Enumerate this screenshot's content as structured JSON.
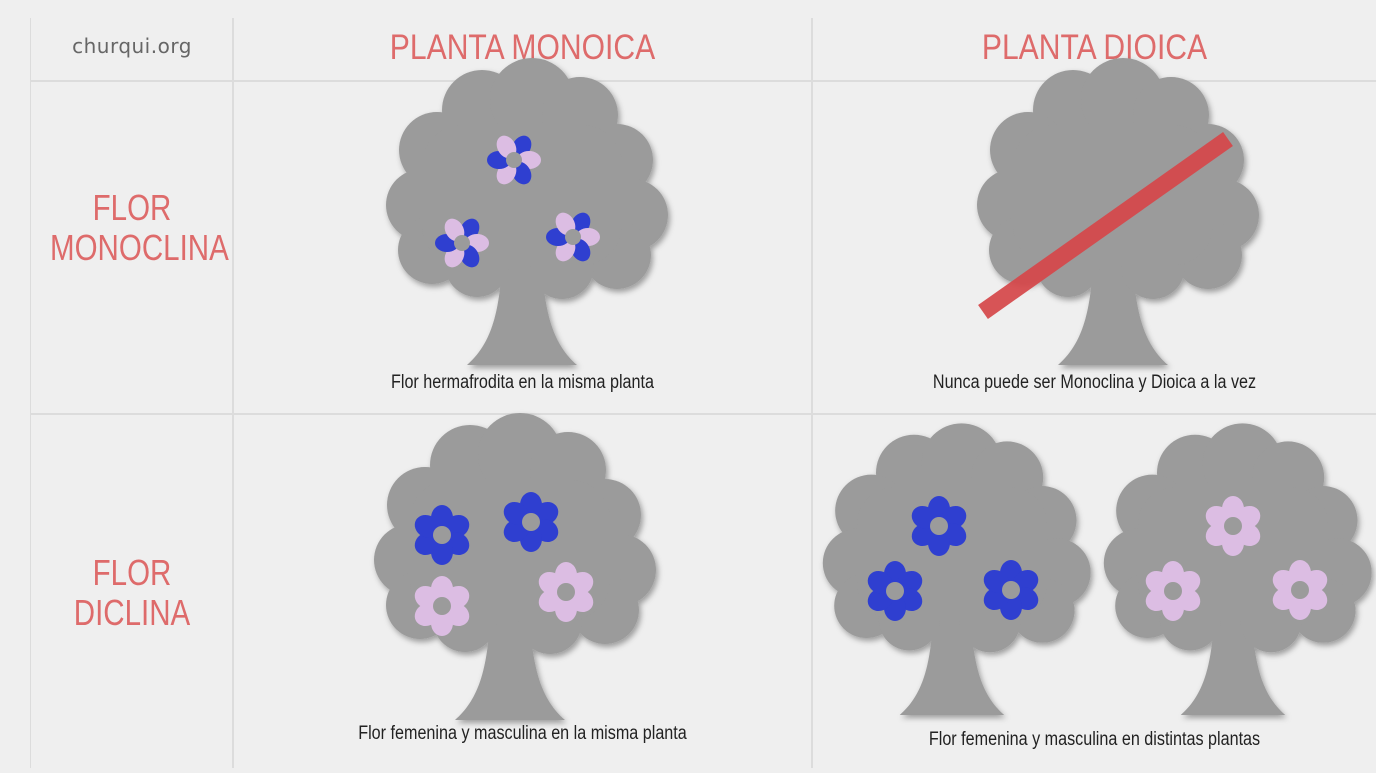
{
  "source": "churqui.org",
  "columns": {
    "monoica": "PLANTA MONOICA",
    "dioica": "PLANTA DIOICA"
  },
  "rows": {
    "monoclina": [
      "FLOR",
      "MONOCLINA"
    ],
    "diclina": [
      "FLOR",
      "DICLINA"
    ]
  },
  "captions": {
    "monoclina_monoica": "Flor hermafrodita en la misma planta",
    "monoclina_dioica": "Nunca puede ser Monoclina y Dioica a la vez",
    "diclina_monoica": "Flor femenina y masculina en la misma planta",
    "diclina_dioica": "Flor femenina y masculina en distintas plantas"
  },
  "colors": {
    "title": "#de6b6b",
    "tree": "#9b9b9b",
    "male_flower": "#2f3fd0",
    "female_flower": "#dcbde3",
    "prohibited_bar": "#d6474a"
  },
  "icons": {
    "tree": "tree-icon",
    "hermaphrodite_flower": "hermaphrodite-flower-icon",
    "male_flower": "male-flower-icon",
    "female_flower": "female-flower-icon",
    "prohibited": "prohibited-slash-icon"
  }
}
